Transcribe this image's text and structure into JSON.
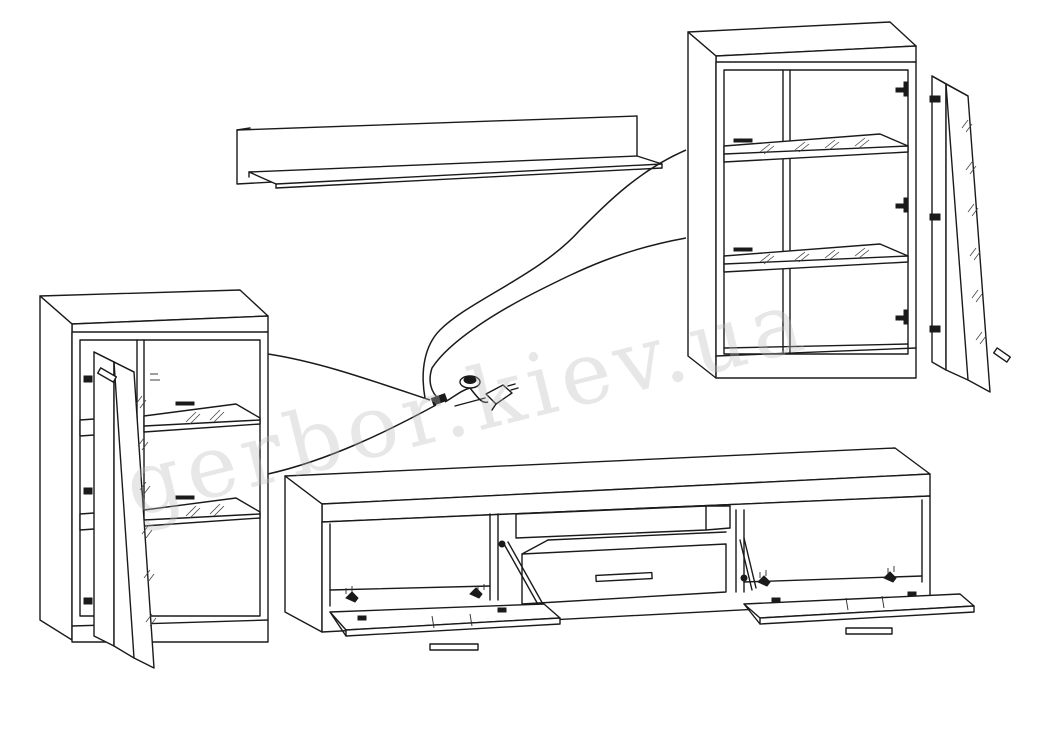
{
  "watermark": "gerbor.kiev.ua",
  "colors": {
    "line": "#1a1a1a",
    "background": "#ffffff",
    "watermark": "#b9b9b9"
  },
  "components": [
    "wall-shelf",
    "left-display-cabinet",
    "right-hanging-cabinet",
    "right-cabinet-door",
    "tv-stand",
    "led-lighting-cable",
    "power-adapter"
  ]
}
